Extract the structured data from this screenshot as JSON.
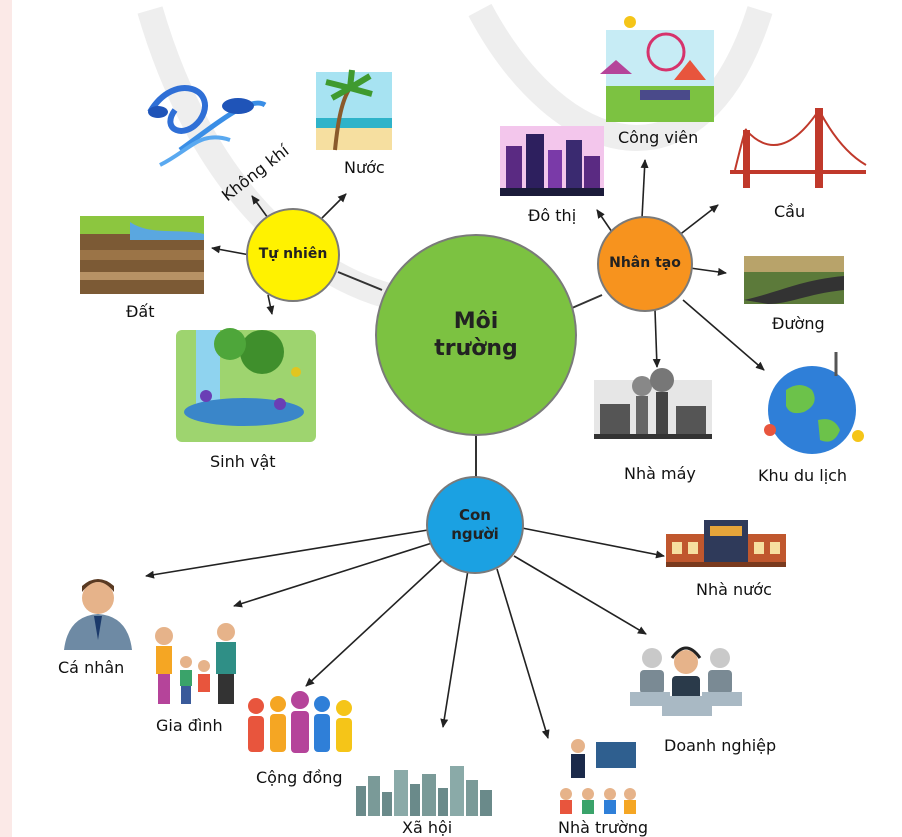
{
  "center": {
    "line1": "Môi",
    "line2": "trường"
  },
  "branches": {
    "tu_nhien": "Tự nhiên",
    "nhan_tao": "Nhân tạo",
    "con_nguoi": {
      "line1": "Con",
      "line2": "người"
    }
  },
  "tu_nhien_items": {
    "khong_khi": "Không khí",
    "nuoc": "Nước",
    "dat": "Đất",
    "sinh_vat": "Sinh vật"
  },
  "nhan_tao_items": {
    "cong_vien": "Công viên",
    "do_thi": "Đô thị",
    "cau": "Cầu",
    "duong": "Đường",
    "nha_may": "Nhà máy",
    "khu_du_lich": "Khu du lịch"
  },
  "con_nguoi_items": {
    "ca_nhan": "Cá nhân",
    "gia_dinh": "Gia đình",
    "cong_dong": "Cộng đồng",
    "xa_hoi": "Xã hội",
    "nha_truong": "Nhà trường",
    "doanh_nghiep": "Doanh nghiệp",
    "nha_nuoc": "Nhà nước"
  },
  "colors": {
    "center": "#7cc241",
    "tu_nhien": "#fff200",
    "nhan_tao": "#f7931e",
    "con_nguoi": "#1ba1e2"
  },
  "icons": [
    "wind-icon",
    "beach-icon",
    "soil-icon",
    "waterfall-icon",
    "park-icon",
    "city-icon",
    "bridge-icon",
    "road-icon",
    "factory-icon",
    "globe-icon",
    "person-icon",
    "family-icon",
    "community-icon",
    "skyline-icon",
    "school-icon",
    "business-icon",
    "government-building-icon"
  ]
}
